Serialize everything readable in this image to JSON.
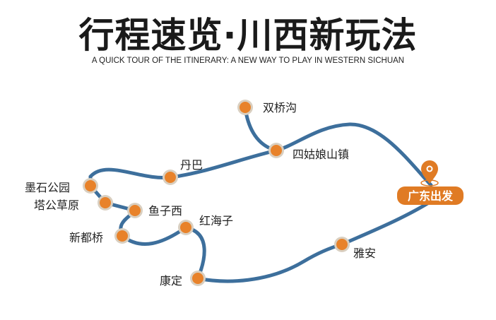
{
  "header": {
    "title": "行程速览·川西新玩法",
    "subtitle": "A QUICK TOUR OF THE ITINERARY: A NEW WAY TO PLAY IN WESTERN SICHUAN"
  },
  "route": {
    "start_label": "广东出发",
    "start_icon": "location-pin-icon",
    "stops": [
      "双桥沟",
      "四姑娘山镇",
      "丹巴",
      "墨石公园",
      "塔公草原",
      "鱼子西",
      "新都桥",
      "红海子",
      "康定",
      "雅安"
    ]
  },
  "colors": {
    "route": "#3d6f9c",
    "node": "#e8822a",
    "node_halo": "#d9cfc0",
    "badge": "#e07b24"
  }
}
